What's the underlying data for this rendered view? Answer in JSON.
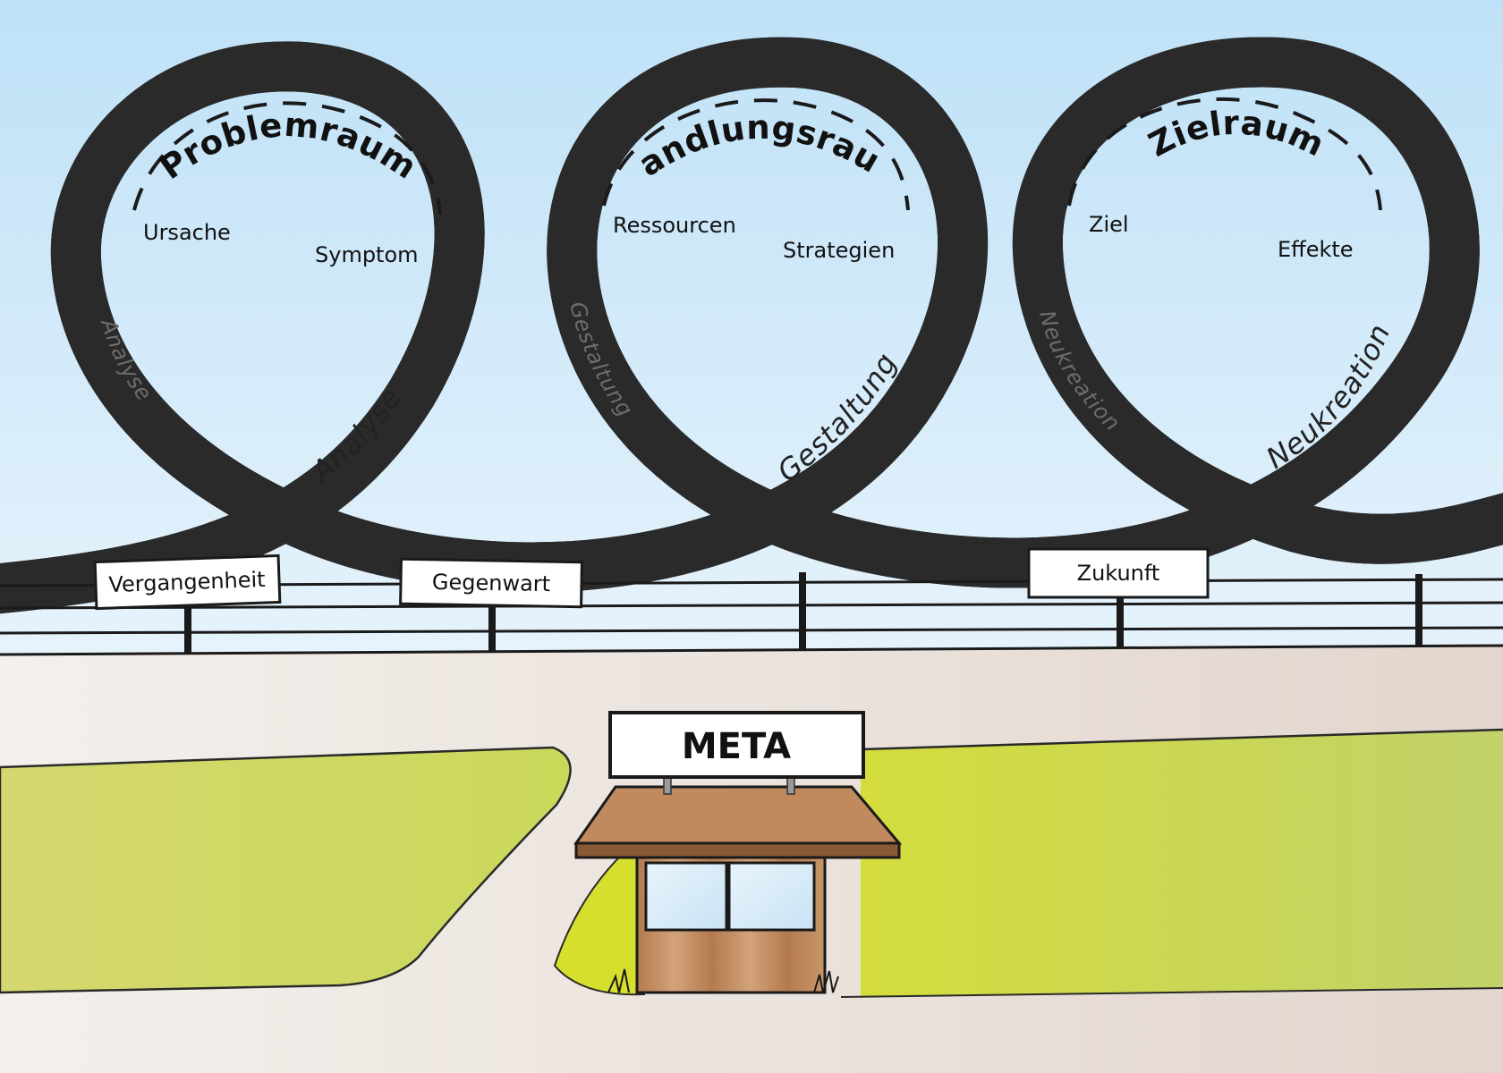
{
  "loops": [
    {
      "title": "Problemraum",
      "item_left": "Ursache",
      "item_right": "Symptom",
      "band_label": "Analyse"
    },
    {
      "title": "Handlungsraum",
      "item_left": "Ressourcen",
      "item_right": "Strategien",
      "band_label": "Gestaltung"
    },
    {
      "title": "Zielraum",
      "item_left": "Ziel",
      "item_right": "Effekte",
      "band_label": "Neukreation"
    }
  ],
  "signs": {
    "past": "Vergangenheit",
    "present": "Gegenwart",
    "future": "Zukunft"
  },
  "kiosk": {
    "label": "META"
  },
  "colors": {
    "sky_top": "#bfe1f7",
    "sky_bottom": "#e8f4fc",
    "loop_warm": "#efe6d2",
    "loop_mid": "#b4c1d8",
    "loop_blue": "#3f7cc4",
    "grass": "#cfdb5a",
    "path": "#e8e0da",
    "kiosk_wood": "#b98258"
  }
}
